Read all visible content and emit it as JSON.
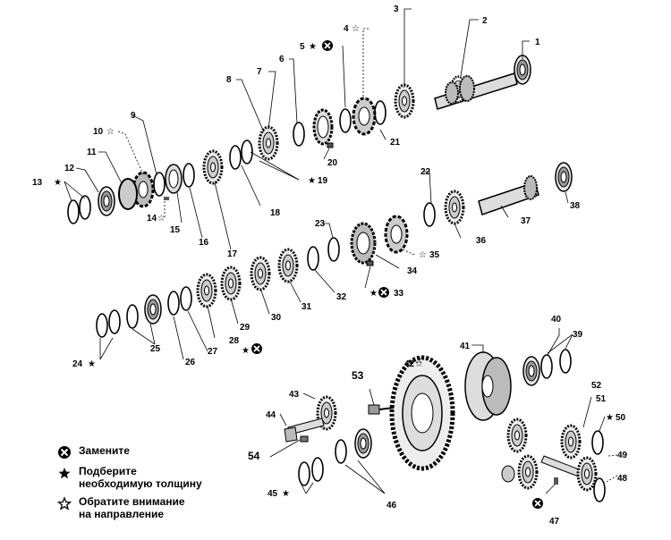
{
  "callouts": {
    "n1": "1",
    "n2": "2",
    "n3": "3",
    "n4": "4",
    "n5": "5",
    "n6": "6",
    "n7": "7",
    "n8": "8",
    "n9": "9",
    "n10": "10",
    "n11": "11",
    "n12": "12",
    "n13": "13",
    "n14": "14",
    "n15": "15",
    "n16": "16",
    "n17": "17",
    "n18": "18",
    "n19": "19",
    "n20": "20",
    "n21": "21",
    "n22": "22",
    "n23": "23",
    "n24": "24",
    "n25": "25",
    "n26": "26",
    "n27": "27",
    "n28": "28",
    "n29": "29",
    "n30": "30",
    "n31": "31",
    "n32": "32",
    "n33": "33",
    "n34": "34",
    "n35": "35",
    "n36": "36",
    "n37": "37",
    "n38": "38",
    "n39": "39",
    "n40": "40",
    "n41": "41",
    "n42": "42",
    "n43": "43",
    "n44": "44",
    "n45": "45",
    "n46": "46",
    "n47": "47",
    "n48": "48",
    "n49": "49",
    "n50": "50",
    "n51": "51",
    "n52": "52",
    "n53": "53",
    "n54": "54"
  },
  "legend": {
    "replace": "Замените",
    "select_line1": "Подберите",
    "select_line2": "необходимую толщину",
    "direction_line1": "Обратите внимание",
    "direction_line2": "на направление"
  }
}
